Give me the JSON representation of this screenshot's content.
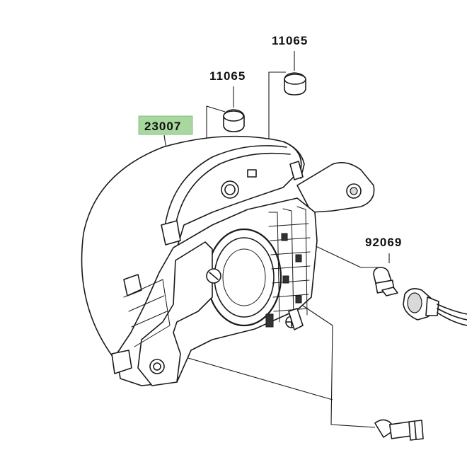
{
  "diagram": {
    "highlight_color": "#a8d8a0",
    "labels": {
      "housing": "23007",
      "cap_upper": "11065",
      "cap_lower": "11065",
      "bulb_small": "92069"
    }
  }
}
